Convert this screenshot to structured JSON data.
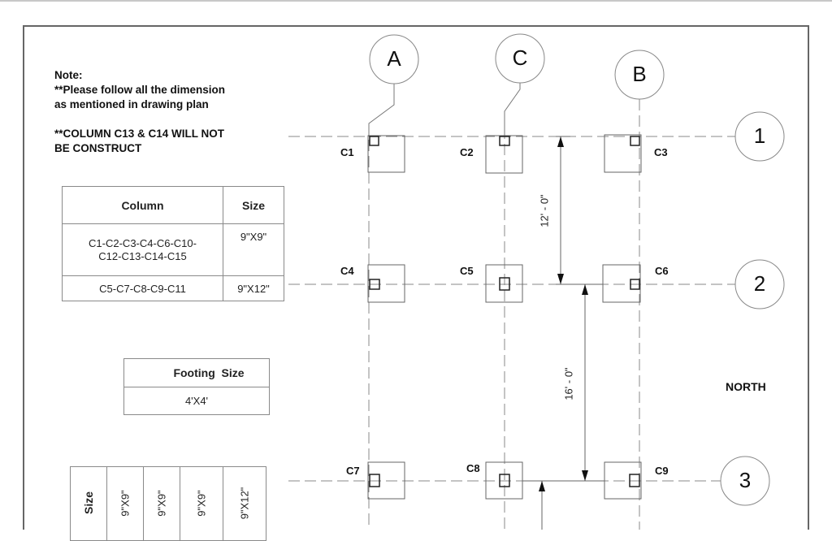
{
  "notes": {
    "heading": "Note:",
    "line1": "**Please follow all the dimension",
    "line2": "as mentioned in drawing plan",
    "line3": "**COLUMN C13 & C14 WILL NOT",
    "line4": "BE CONSTRUCT"
  },
  "column_table": {
    "headers": [
      "Column",
      "Size"
    ],
    "rows": [
      {
        "columns_line1": "C1-C2-C3-C4-C6-C10-",
        "columns_line2": "C12-C13-C14-C15",
        "size": "9\"X9\""
      },
      {
        "columns_line1": "C5-C7-C8-C9-C11",
        "size": "9\"X12\""
      }
    ]
  },
  "footing_table": {
    "header": "Footing  Size",
    "value": "4'X4'"
  },
  "size_table": {
    "cells": [
      "Size",
      "9\"X9\"",
      "9\"X9\"",
      "9\"X9\"",
      "9\"X12\""
    ]
  },
  "grid": {
    "columns": [
      "A",
      "C",
      "B"
    ],
    "rows": [
      "1",
      "2",
      "3"
    ]
  },
  "column_labels": [
    "C1",
    "C2",
    "C3",
    "C4",
    "C5",
    "C6",
    "C7",
    "C8",
    "C9"
  ],
  "dimensions": {
    "row1_to_row2": "12' - 0\"",
    "row2_to_row3": "16' - 0\""
  },
  "orientation": "NORTH"
}
